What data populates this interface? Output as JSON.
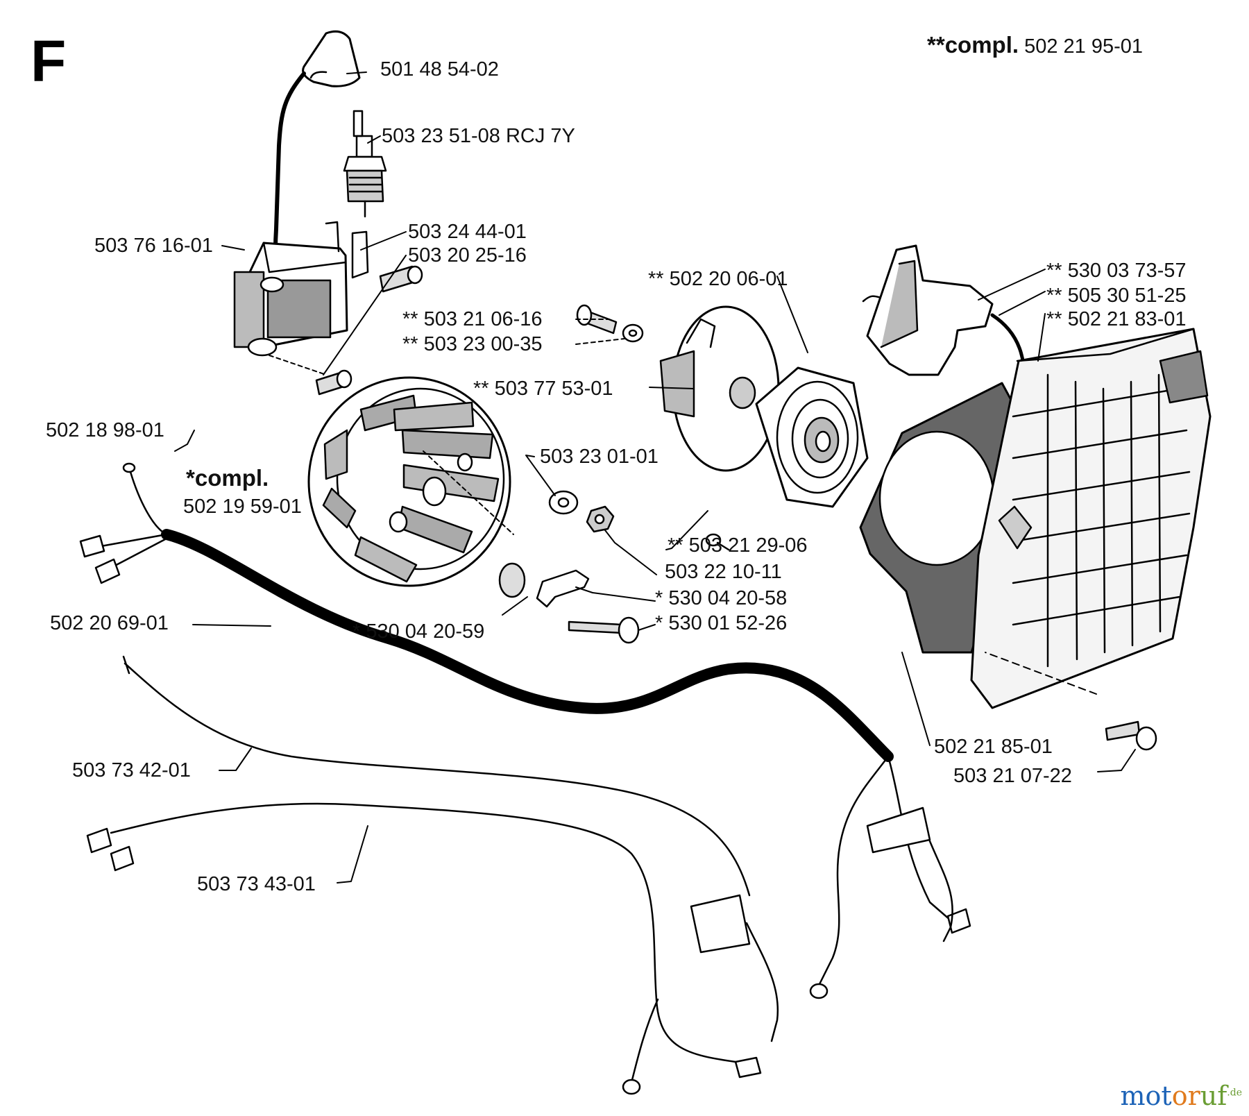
{
  "section_letter": "F",
  "assembly_note": {
    "prefix": "**",
    "word": "compl.",
    "number": "502 21 95-01"
  },
  "flywheel_kit_note": {
    "prefix": "*",
    "word": "compl.",
    "number": "502 19 59-01"
  },
  "parts": [
    "501 48 54-02",
    "503 23 51-08 RCJ 7Y",
    "503 76 16-01",
    "503 24 44-01",
    "503 20 25-16",
    "** 503 21 06-16",
    "** 503 23 00-35",
    "** 502 20 06-01",
    "** 503 77 53-01",
    "** 530 03 73-57",
    "** 505 30 51-25",
    "** 502 21 83-01",
    "502 18 98-01",
    "503 23 01-01",
    "** 503 21 29-06",
    "503 22 10-11",
    "* 530 04 20-58",
    "* 530 01 52-26",
    "* 530 04 20-59",
    "502 20 69-01",
    "502 21 85-01",
    "503 21 07-22",
    "503 73 42-01",
    "503 73 43-01"
  ],
  "watermark": {
    "part1": "mot",
    "part2": "or",
    "part3": "uf",
    "suffix": ".de"
  }
}
